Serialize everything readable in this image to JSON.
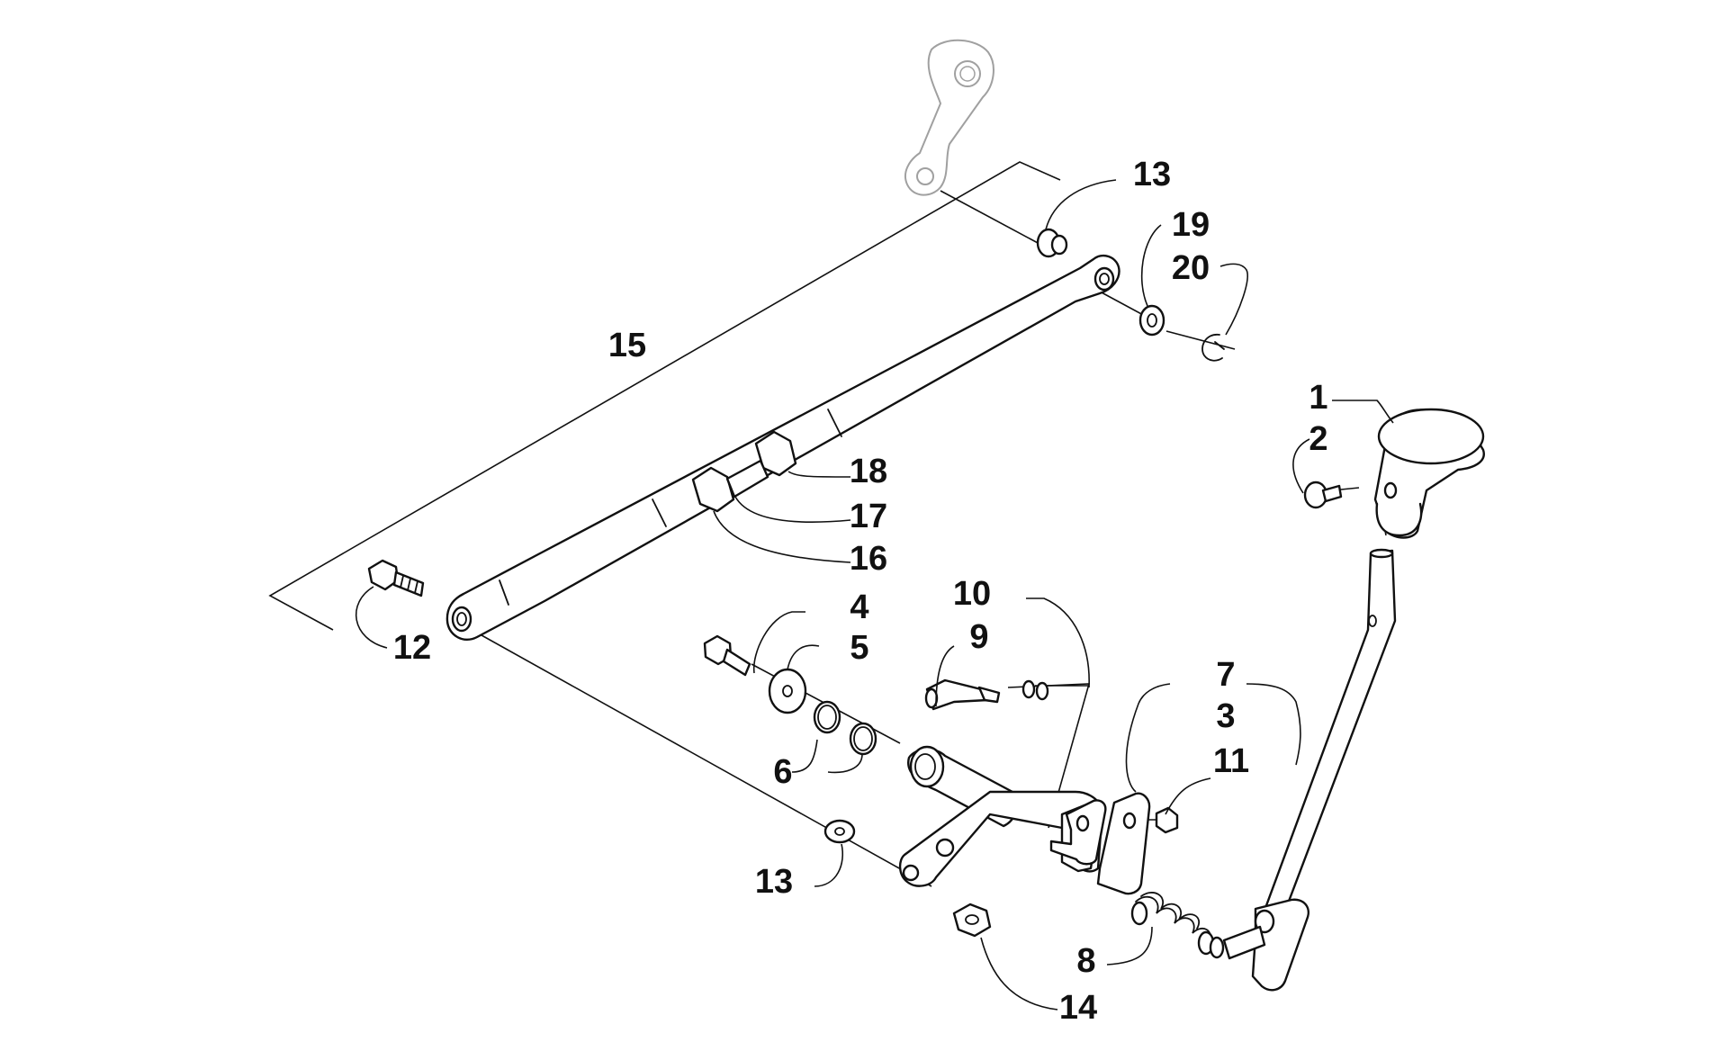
{
  "callouts": {
    "c1": "1",
    "c2": "2",
    "c3": "3",
    "c4": "4",
    "c5": "5",
    "c6": "6",
    "c7": "7",
    "c8": "8",
    "c9": "9",
    "c10": "10",
    "c11": "11",
    "c12": "12",
    "c13_top": "13",
    "c13_bottom": "13",
    "c14": "14",
    "c15": "15",
    "c16": "16",
    "c17": "17",
    "c18": "18",
    "c19": "19",
    "c20": "20"
  },
  "colors": {
    "line": "#111111",
    "ghost_part": "#a0a0a0",
    "background": "#ffffff"
  }
}
